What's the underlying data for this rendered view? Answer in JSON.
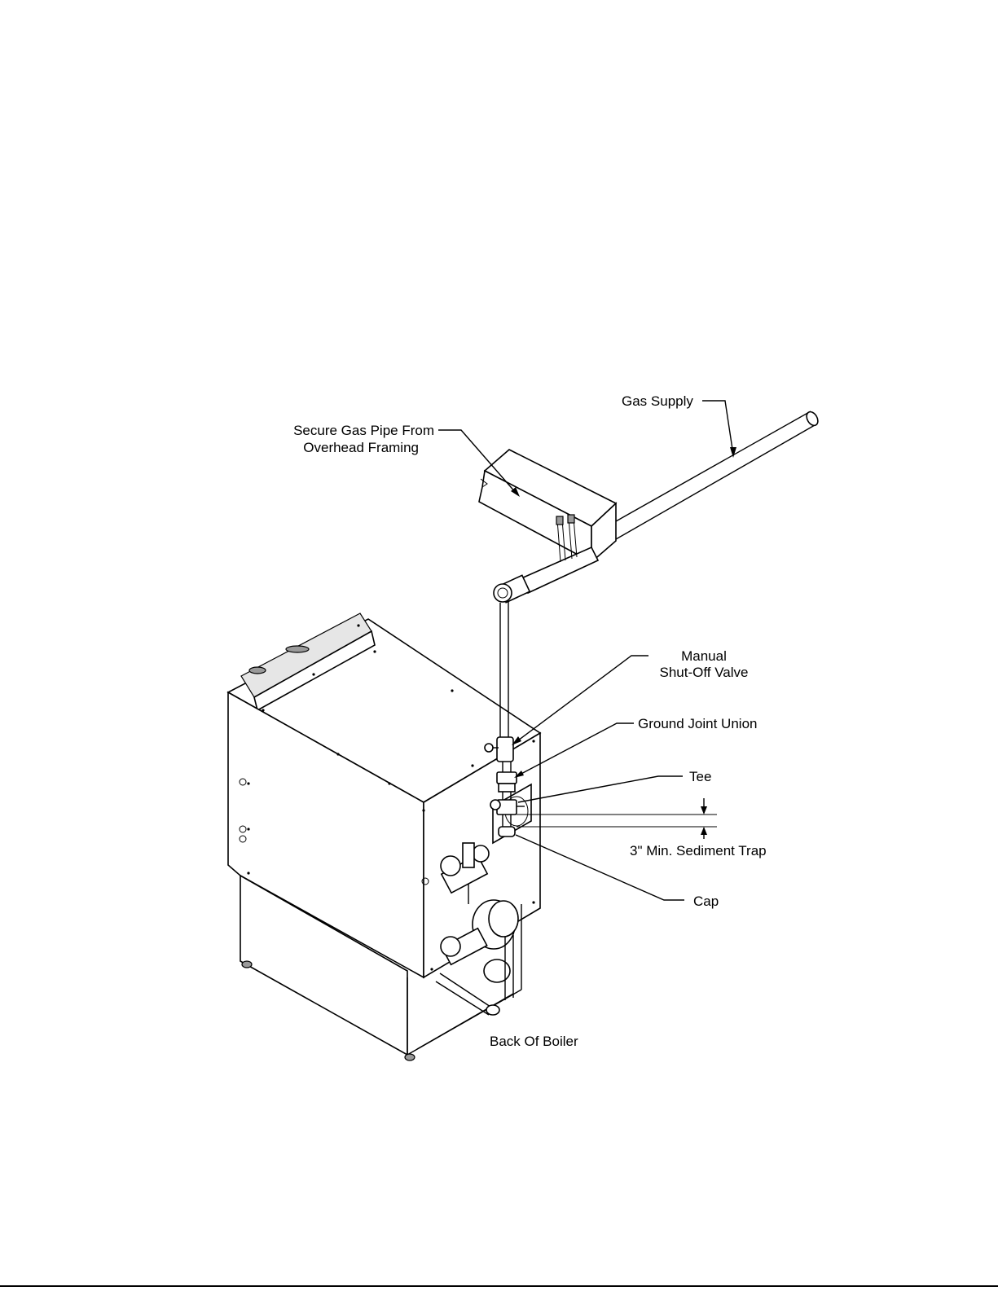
{
  "labels": {
    "gas_supply": "Gas Supply",
    "secure_line1": "Secure Gas Pipe From",
    "secure_line2": "Overhead Framing",
    "valve_line1": "Manual",
    "valve_line2": "Shut-Off Valve",
    "union": "Ground Joint Union",
    "tee": "Tee",
    "sediment_trap": "3\" Min. Sediment Trap",
    "cap": "Cap",
    "back_of_boiler": "Back Of Boiler"
  }
}
